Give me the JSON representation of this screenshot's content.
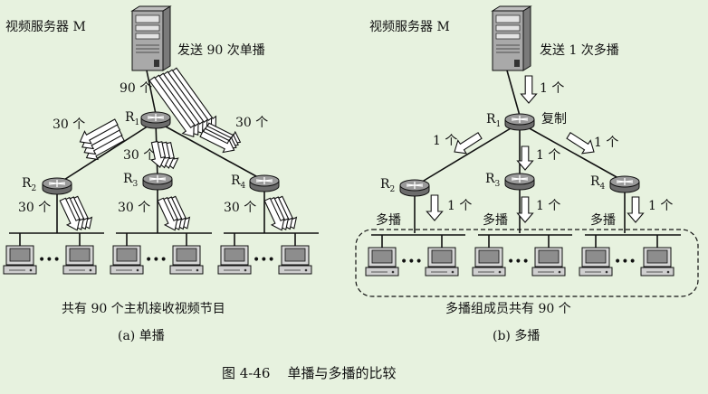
{
  "colors": {
    "background": "#e7f2df",
    "line": "#111111",
    "arrow_fill": "#ffffff"
  },
  "left": {
    "server_label": "视频服务器 M",
    "send_label": "发送 90 次单播",
    "top_count": "90 个",
    "r1_name": "R",
    "r1_sub": "1",
    "r2_name": "R",
    "r2_sub": "2",
    "r3_name": "R",
    "r3_sub": "3",
    "r4_name": "R",
    "r4_sub": "4",
    "count_left": "30 个",
    "count_mid": "30 个",
    "count_right": "30 个",
    "lan_count_1": "30 个",
    "lan_count_2": "30 个",
    "lan_count_3": "30 个",
    "dots": "•••",
    "summary": "共有 90 个主机接收视频节目",
    "subcaption": "(a) 单播"
  },
  "right": {
    "server_label": "视频服务器 M",
    "send_label": "发送 1 次多播",
    "top_count": "1 个",
    "r1_name": "R",
    "r1_sub": "1",
    "copy_label": "复制",
    "r2_name": "R",
    "r2_sub": "2",
    "r3_name": "R",
    "r3_sub": "3",
    "r4_name": "R",
    "r4_sub": "4",
    "count_left": "1 个",
    "count_mid": "1 个",
    "count_right": "1 个",
    "lan_count_1": "1 个",
    "lan_count_2": "1 个",
    "lan_count_3": "1 个",
    "multicast_1": "多播",
    "multicast_2": "多播",
    "multicast_3": "多播",
    "dots": "•••",
    "summary": "多播组成员共有 90 个",
    "subcaption": "(b) 多播"
  },
  "figure_caption": "图 4-46    单播与多播的比较"
}
